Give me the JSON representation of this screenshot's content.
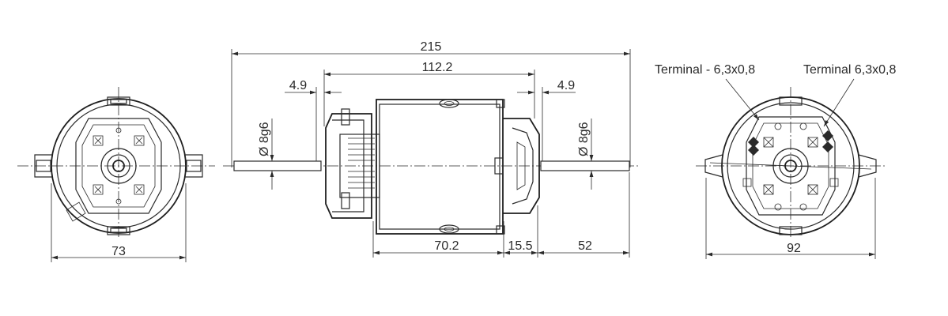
{
  "dimensions": {
    "overall_length": "215",
    "body_length": "112.2",
    "left_gap": "4.9",
    "right_gap": "4.9",
    "left_shaft_dia": "Ø 8g6",
    "right_shaft_dia": "Ø 8g6",
    "stator_length": "70.2",
    "bearing_length": "15.5",
    "shaft_extension": "52",
    "left_view_width": "73",
    "right_view_width": "92"
  },
  "terminals": {
    "negative": "Terminal - 6,3x0,8",
    "positive": "Terminal 6,3x0,8"
  },
  "colors": {
    "line": "#2a2a2a",
    "background": "#ffffff"
  }
}
